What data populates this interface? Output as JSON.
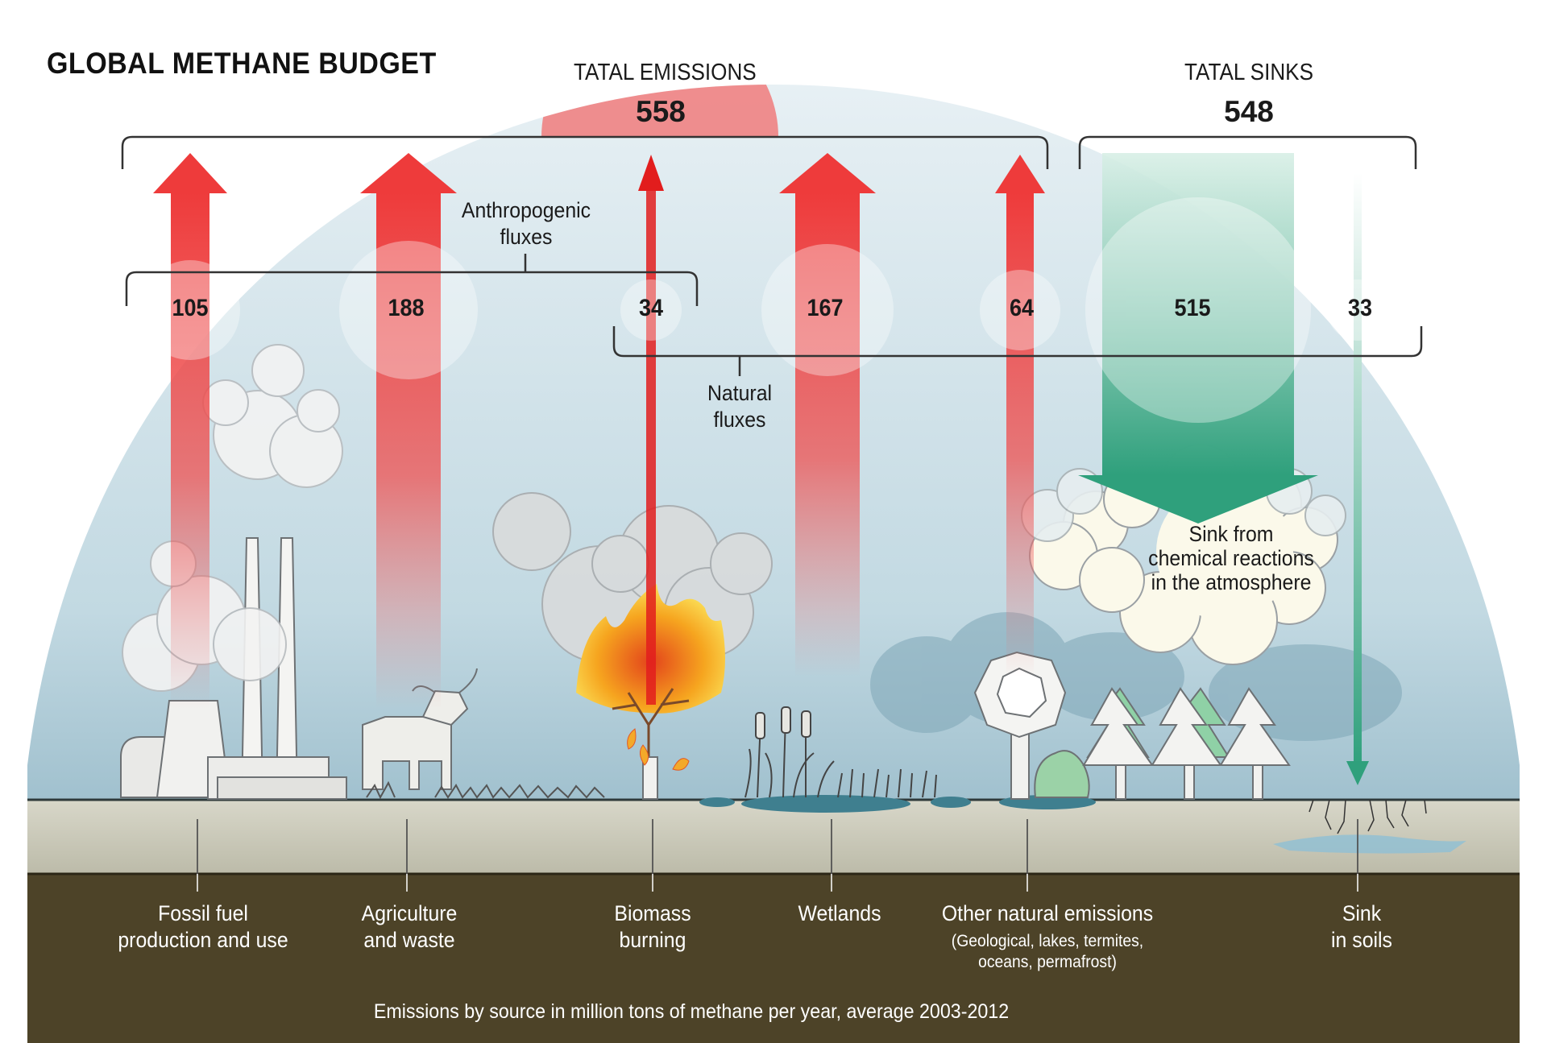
{
  "title": "GLOBAL METHANE BUDGET",
  "total_emissions": {
    "caption": "TATAL EMISSIONS",
    "value": "558",
    "color": "#f07b7b"
  },
  "total_sinks": {
    "caption": "TATAL SINKS",
    "value": "548",
    "color": "#7fd4b2"
  },
  "groups": {
    "anthropogenic": {
      "line1": "Anthropogenic",
      "line2": "fluxes"
    },
    "natural": {
      "line1": "Natural",
      "line2": "fluxes"
    }
  },
  "fluxes": [
    {
      "id": "fossil",
      "value": "105",
      "direction": "emission"
    },
    {
      "id": "agriculture",
      "value": "188",
      "direction": "emission"
    },
    {
      "id": "biomass",
      "value": "34",
      "direction": "emission"
    },
    {
      "id": "wetlands",
      "value": "167",
      "direction": "emission"
    },
    {
      "id": "other",
      "value": "64",
      "direction": "emission"
    },
    {
      "id": "chemical",
      "value": "515",
      "direction": "sink"
    },
    {
      "id": "soils",
      "value": "33",
      "direction": "sink"
    }
  ],
  "sources": [
    {
      "id": "fossil",
      "line1": "Fossil fuel",
      "line2": "production and use",
      "sub1": "",
      "sub2": ""
    },
    {
      "id": "agriculture",
      "line1": "Agriculture",
      "line2": "and waste",
      "sub1": "",
      "sub2": ""
    },
    {
      "id": "biomass",
      "line1": "Biomass",
      "line2": "burning",
      "sub1": "",
      "sub2": ""
    },
    {
      "id": "wetlands",
      "line1": "Wetlands",
      "line2": "",
      "sub1": "",
      "sub2": ""
    },
    {
      "id": "other",
      "line1": "Other natural emissions",
      "line2": "",
      "sub1": "(Geological, lakes, termites,",
      "sub2": "oceans, permafrost)"
    },
    {
      "id": "soils",
      "line1": "Sink",
      "line2": "in soils",
      "sub1": "",
      "sub2": ""
    }
  ],
  "cloud_label": {
    "line1": "Sink from",
    "line2": "chemical reactions",
    "line3": "in the atmosphere"
  },
  "footnote": "Emissions by source in million tons of methane per year, average 2003-2012",
  "colors": {
    "emission_arrow": "#ee3b3b",
    "sink_arrow": "#2fa07c",
    "ground": "#c9c8b8",
    "soil": "#4d4328",
    "sky": "#c5dce4"
  }
}
